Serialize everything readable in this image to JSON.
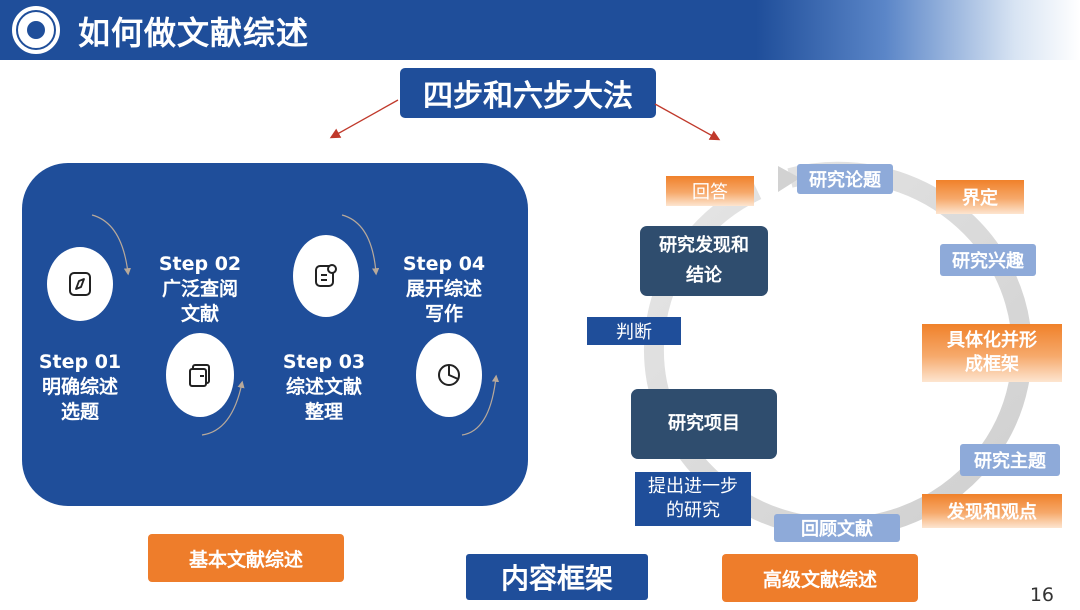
{
  "header": {
    "title": "如何做文献综述"
  },
  "method_title": "四步和六步大法",
  "steps": [
    {
      "title": "Step 01",
      "desc1": "明确综述",
      "desc2": "选题",
      "icon": "compass-icon"
    },
    {
      "title": "Step 02",
      "desc1": "广泛查阅",
      "desc2": "文献",
      "icon": "folder-icon"
    },
    {
      "title": "Step 03",
      "desc1": "综述文献",
      "desc2": "整理",
      "icon": "note-icon"
    },
    {
      "title": "Step 04",
      "desc1": "展开综述",
      "desc2": "写作",
      "icon": "pie-chart-icon"
    }
  ],
  "basic_review": "基本文献综述",
  "content_frame": "内容框架",
  "advanced_review": "高级文献综述",
  "page_number": "16",
  "cycle": {
    "topic": "研究论题",
    "define": "界定",
    "interest": "研究兴趣",
    "concretize_1": "具体化并形",
    "concretize_2": "成框架",
    "theme": "研究主题",
    "findings_views": "发现和观点",
    "review_lit": "回顾文献",
    "further_1": "提出进一步",
    "further_2": "的研究",
    "project": "研究项目",
    "judge": "判断",
    "findings_1": "研究发现和",
    "findings_2": "结论",
    "answer": "回答"
  },
  "colors": {
    "navy": "#1f4e9a",
    "orange": "#ee7d2b",
    "light_blue": "#8eaad9",
    "slate": "#2f4d6e"
  }
}
